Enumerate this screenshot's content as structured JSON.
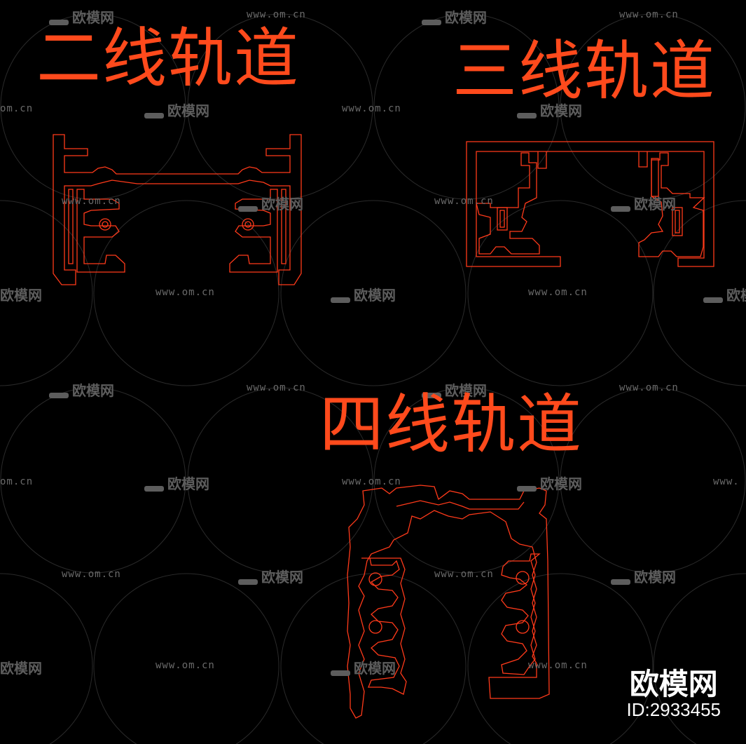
{
  "diagrams": [
    {
      "title": "二线轨道"
    },
    {
      "title": "三线轨道"
    },
    {
      "title": "四线轨道"
    }
  ],
  "watermark": {
    "url_text": "www.om.cn",
    "logo_text": "欧模网"
  },
  "brand": {
    "name": "欧模网",
    "id_text": "ID:2933455"
  },
  "colors": {
    "background": "#000000",
    "drawing": "#ff3a1a",
    "title": "#ff4a1c",
    "watermark": "#5d5d5d"
  }
}
